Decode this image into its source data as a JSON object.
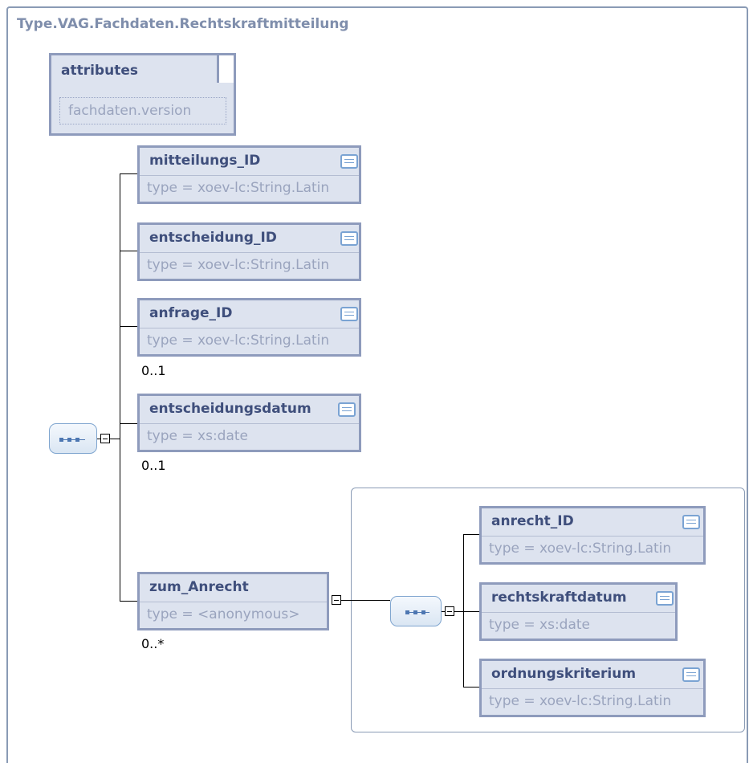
{
  "title": "Type.VAG.Fachdaten.Rechtskraftmitteilung",
  "attributes": {
    "label": "attributes",
    "items": [
      "fachdaten.version"
    ]
  },
  "elements": [
    {
      "name": "mitteilungs_ID",
      "type": "type = xoev-lc:String.Latin",
      "icon": "documentation-icon"
    },
    {
      "name": "entscheidung_ID",
      "type": "type = xoev-lc:String.Latin",
      "icon": "documentation-icon"
    },
    {
      "name": "anfrage_ID",
      "type": "type = xoev-lc:String.Latin",
      "icon": "documentation-icon",
      "multiplicity": "0..1"
    },
    {
      "name": "entscheidungsdatum",
      "type": "type = xs:date",
      "icon": "documentation-icon",
      "multiplicity": "0..1"
    },
    {
      "name": "zum_Anrecht",
      "type": "type = <anonymous>",
      "multiplicity": "0..*"
    }
  ],
  "sub_elements": [
    {
      "name": "anrecht_ID",
      "type": "type = xoev-lc:String.Latin",
      "icon": "documentation-icon"
    },
    {
      "name": "rechtskraftdatum",
      "type": "type = xs:date",
      "icon": "documentation-icon"
    },
    {
      "name": "ordnungskriterium",
      "type": "type = xoev-lc:String.Latin",
      "icon": "documentation-icon"
    }
  ]
}
